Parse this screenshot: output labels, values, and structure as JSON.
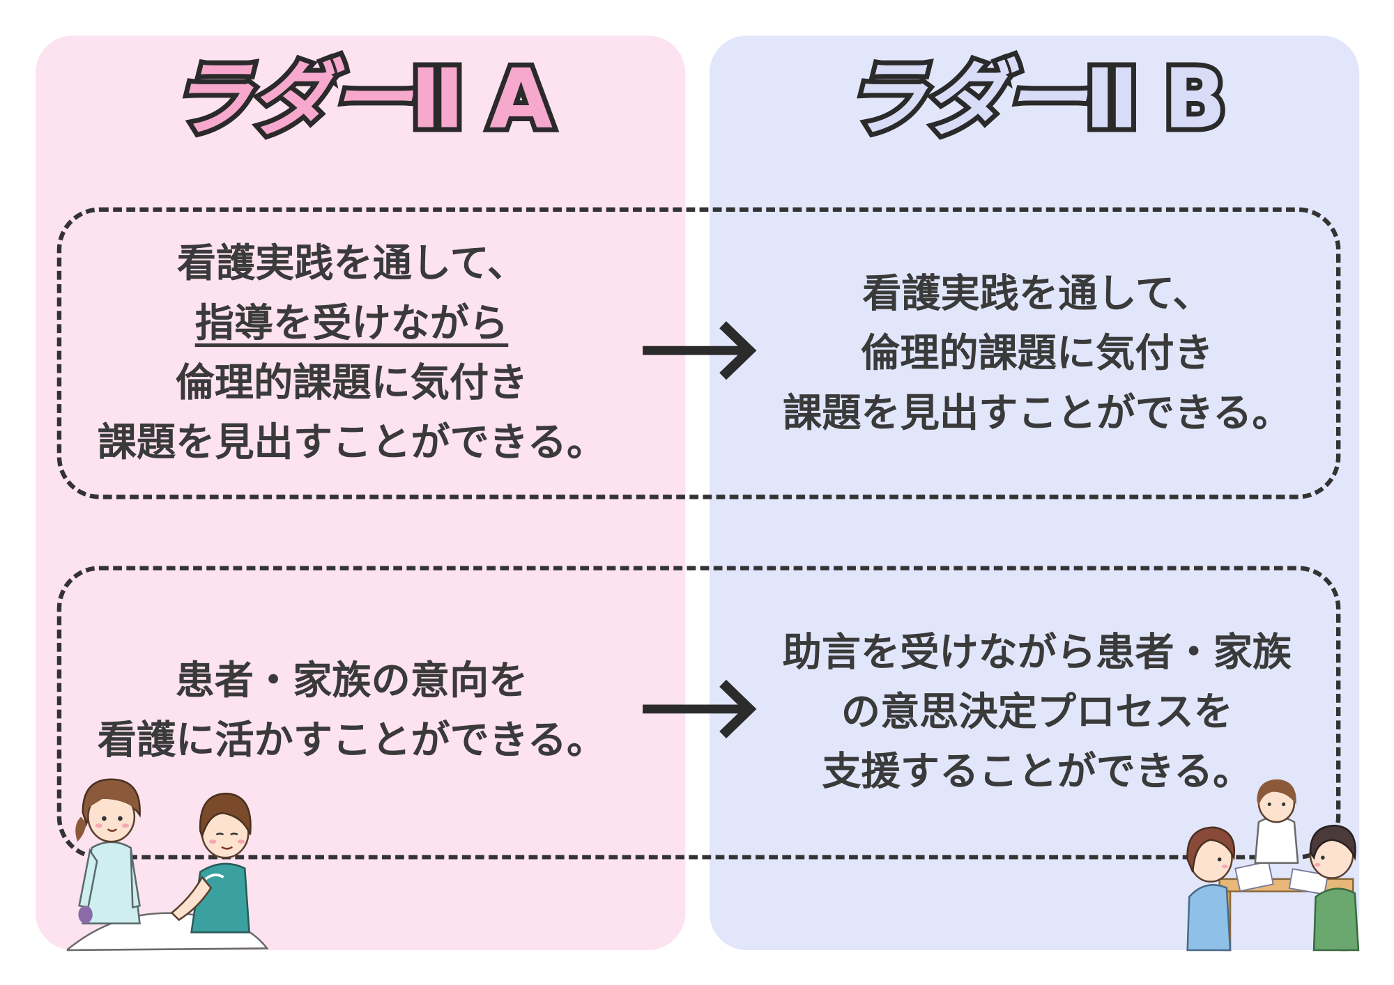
{
  "colors": {
    "panel_a": "#fde2ef",
    "panel_b": "#e2e6fb",
    "title_a_fill": "#f7a8cd",
    "title_b_fill": "#d8dcf7",
    "text": "#3a3a3a",
    "dash": "#333333"
  },
  "ladder_a": {
    "title_main": "ラダー",
    "title_suffix": "Ⅱ A",
    "row1": {
      "line1": "看護実践を通して、",
      "line2": "指導を受けながら",
      "line3": "倫理的課題に気付き",
      "line4": "課題を見出すことができる。"
    },
    "row2": {
      "line1": "患者・家族の意向を",
      "line2": "看護に活かすことができる。"
    }
  },
  "ladder_b": {
    "title_main": "ラダー",
    "title_suffix": "Ⅱ B",
    "row1": {
      "line1": "看護実践を通して、",
      "line2": "倫理的課題に気付き",
      "line3": "課題を見出すことができる。"
    },
    "row2": {
      "line1": "助言を受けながら患者・家族",
      "line2": "の意思決定プロセスを",
      "line3": "支援することができる。"
    }
  },
  "icons": {
    "arrow": "arrow-right-icon",
    "illustration_a": "nurse-patient-illustration",
    "illustration_b": "family-meeting-illustration"
  }
}
